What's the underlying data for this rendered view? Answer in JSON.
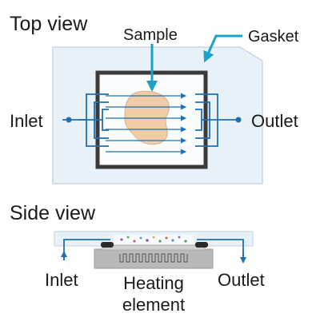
{
  "top_view": {
    "heading": "Top view",
    "labels": {
      "sample": "Sample",
      "gasket": "Gasket",
      "inlet": "Inlet",
      "outlet": "Outlet"
    }
  },
  "side_view": {
    "heading": "Side view",
    "labels": {
      "inlet": "Inlet",
      "outlet": "Outlet",
      "heating_line1": "Heating",
      "heating_line2": "element"
    }
  },
  "colors": {
    "flow": "#1f6fb5",
    "callout": "#1aa3c4",
    "chamber_border": "#3a3a3a",
    "glass": "#e8f0f8",
    "glass_border": "#c7d6e6",
    "sample": "#f0cda6",
    "sample_border": "#d8b089",
    "heater_base": "#b9b9b9",
    "heater_coil": "#6a6a6a",
    "gasket_pad": "#2b2b2b"
  }
}
